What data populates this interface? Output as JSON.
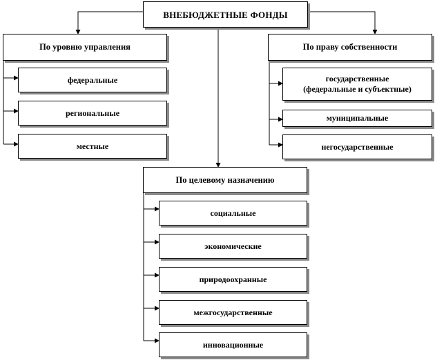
{
  "root": "ВНЕБЮДЖЕТНЫЕ ФОНДЫ",
  "groups": [
    {
      "title": "По уровню управления",
      "items": [
        "федеральные",
        "региональные",
        "местные"
      ]
    },
    {
      "title": "По праву собственности",
      "items": [
        "государственные\n(федеральные и субъектные)",
        "муниципальные",
        "негосударственные"
      ]
    },
    {
      "title": "По целевому назначению",
      "items": [
        "социальные",
        "экономические",
        "природоохранные",
        "межгосударственные",
        "инновационные"
      ]
    }
  ]
}
